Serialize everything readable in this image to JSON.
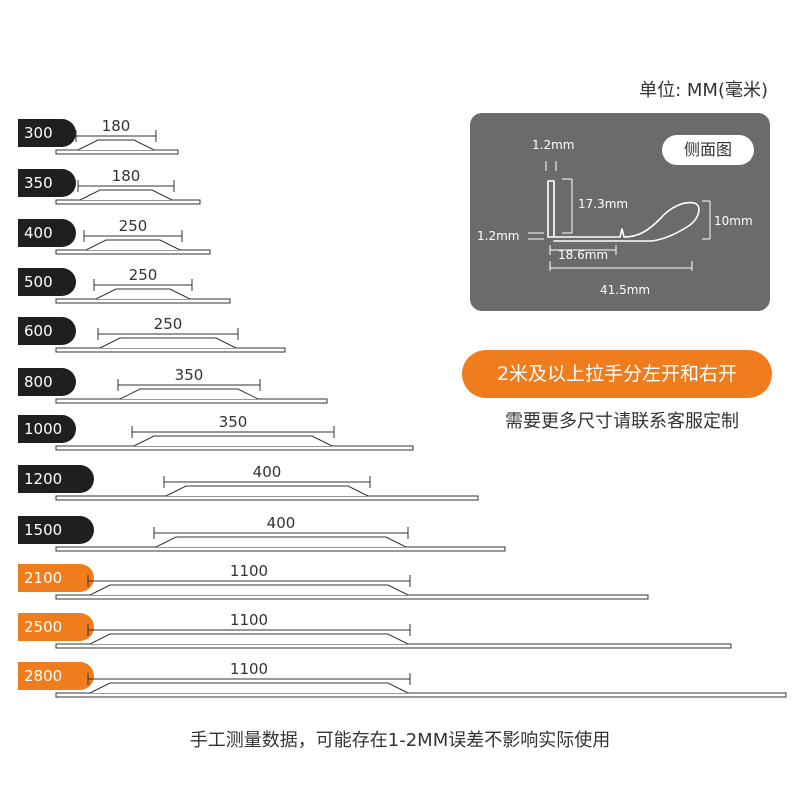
{
  "unit_label": "单位: MM(毫米)",
  "side_view": {
    "title": "侧面图",
    "dims": {
      "thickness_top": "1.2mm",
      "height": "17.3mm",
      "thickness_left": "1.2mm",
      "base": "18.6mm",
      "handle_height": "10mm",
      "total_width": "41.5mm"
    }
  },
  "handle_note": "2米及以上拉手分左开和右开",
  "contact_note": "需要更多尺寸请联系客服定制",
  "footer_note": "手工测量数据，可能存在1-2MM误差不影响实际使用",
  "colors": {
    "badge_dark": "#1f1f1f",
    "badge_orange": "#f07d1d",
    "panel": "#6b6b6b",
    "accent": "#f07d1d"
  },
  "items": [
    {
      "length": "300",
      "handle": "180",
      "badge": "dark"
    },
    {
      "length": "350",
      "handle": "180",
      "badge": "dark"
    },
    {
      "length": "400",
      "handle": "250",
      "badge": "dark"
    },
    {
      "length": "500",
      "handle": "250",
      "badge": "dark"
    },
    {
      "length": "600",
      "handle": "250",
      "badge": "dark"
    },
    {
      "length": "800",
      "handle": "350",
      "badge": "dark"
    },
    {
      "length": "1000",
      "handle": "350",
      "badge": "dark"
    },
    {
      "length": "1200",
      "handle": "400",
      "badge": "dark"
    },
    {
      "length": "1500",
      "handle": "400",
      "badge": "dark"
    },
    {
      "length": "2100",
      "handle": "1100",
      "badge": "orange"
    },
    {
      "length": "2500",
      "handle": "1100",
      "badge": "orange"
    },
    {
      "length": "2800",
      "handle": "1100",
      "badge": "orange"
    }
  ]
}
